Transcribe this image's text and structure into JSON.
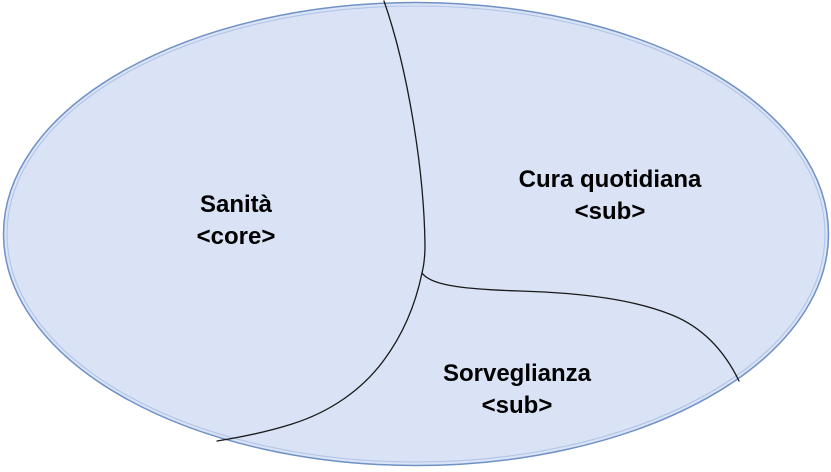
{
  "diagram": {
    "type": "ellipse-partition",
    "regions": [
      {
        "name": "Sanità",
        "tag": "<core>"
      },
      {
        "name": "Cura quotidiana",
        "tag": "<sub>"
      },
      {
        "name": "Sorveglianza",
        "tag": "<sub>"
      }
    ],
    "colors": {
      "background": "#ffffff",
      "ellipse_fill": "#dae3f5",
      "ellipse_border_outer": "#6f91c6",
      "ellipse_border_inner": "#b0c5e8",
      "divider_line": "#1a1a1a",
      "label_text": "#000000"
    }
  }
}
